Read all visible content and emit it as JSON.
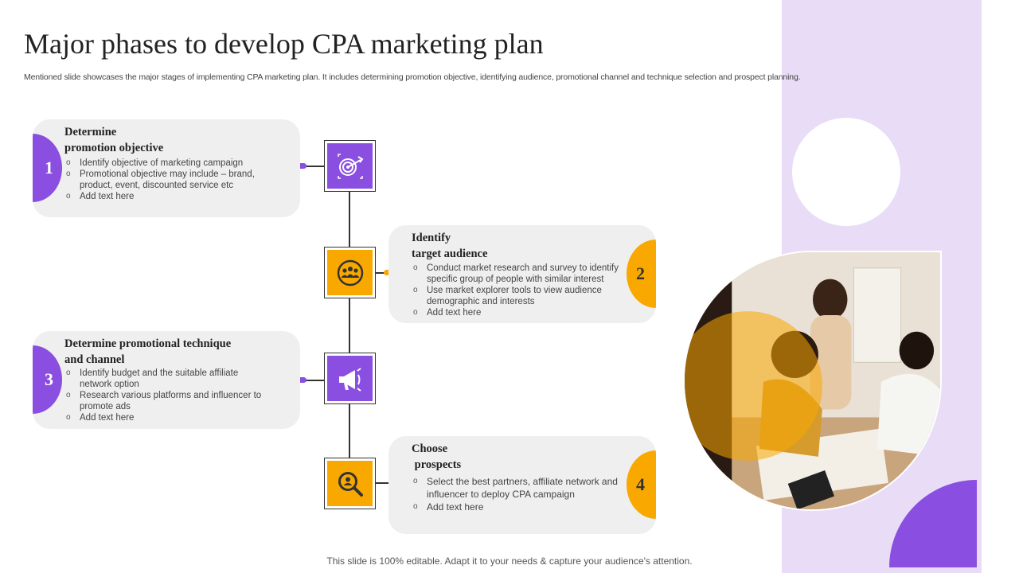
{
  "title": "Major phases to develop  CPA marketing plan",
  "subtitle": "Mentioned slide showcases the major stages of implementing CPA marketing plan. It includes determining promotion objective, identifying audience, promotional channel and technique selection and prospect planning.",
  "footer": "This slide is 100% editable. Adapt it to your needs & capture your audience's attention.",
  "colors": {
    "purple": "#8a4ee0",
    "orange": "#f9a800",
    "lavender": "#e8dcf7",
    "card": "#efefef"
  },
  "phases": [
    {
      "number": "1",
      "title_line1": "Determine",
      "title_line2": "promotion  objective",
      "bullets": [
        "Identify objective of marketing campaign",
        "Promotional objective may include – brand, product, event, discounted service etc",
        "Add text here"
      ],
      "icon": "target-icon"
    },
    {
      "number": "2",
      "title_line1": "Identify",
      "title_line2": "target audience",
      "bullets": [
        "Conduct market research and survey to identify specific group of people with similar interest",
        "Use market explorer tools to view audience demographic and interests",
        "Add text here"
      ],
      "icon": "audience-icon"
    },
    {
      "number": "3",
      "title_line1": "Determine promotional  technique",
      "title_line2": "and channel",
      "bullets": [
        "Identify budget and the suitable affiliate network option",
        "Research various platforms and influencer to promote ads",
        "Add text here"
      ],
      "icon": "megaphone-icon"
    },
    {
      "number": "4",
      "title_line1": "Choose",
      "title_line2": " prospects",
      "bullets": [
        "Select the best partners, affiliate network and influencer to deploy CPA campaign",
        "Add text here"
      ],
      "icon": "search-user-icon"
    }
  ]
}
